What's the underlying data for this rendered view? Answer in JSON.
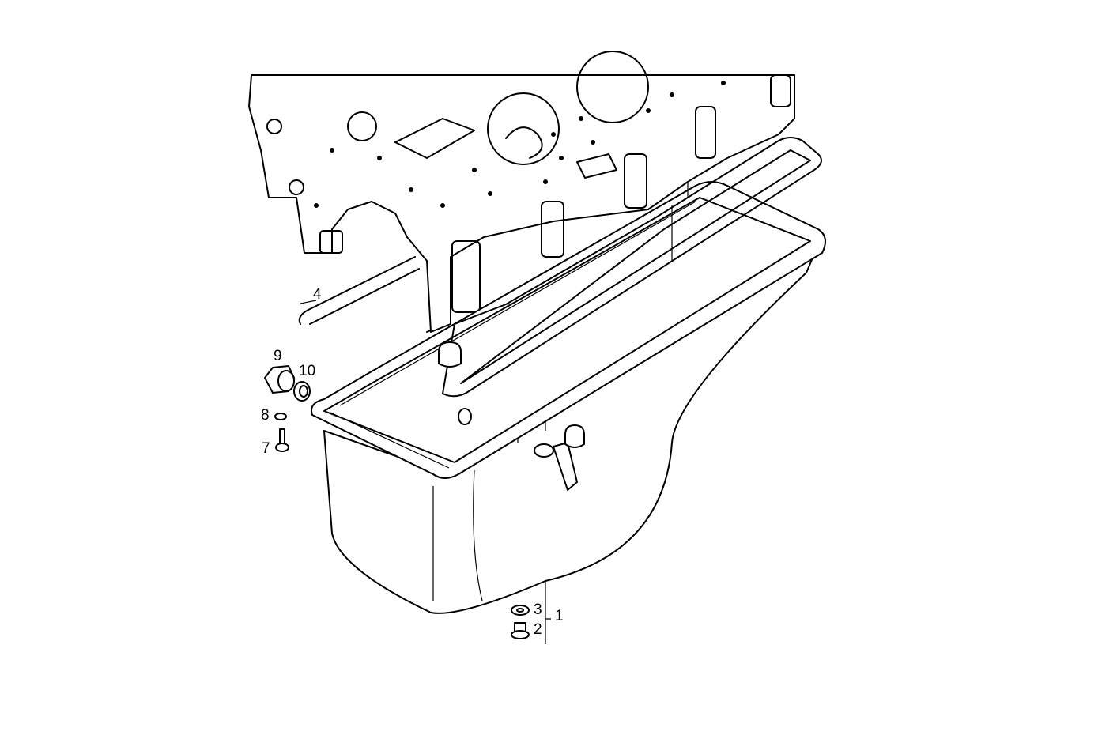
{
  "callouts": [
    {
      "id": "4",
      "label": "4"
    },
    {
      "id": "9",
      "label": "9"
    },
    {
      "id": "10",
      "label": "10"
    },
    {
      "id": "8",
      "label": "8"
    },
    {
      "id": "7",
      "label": "7"
    },
    {
      "id": "3",
      "label": "3"
    },
    {
      "id": "2",
      "label": "2"
    },
    {
      "id": "1",
      "label": "1"
    }
  ]
}
